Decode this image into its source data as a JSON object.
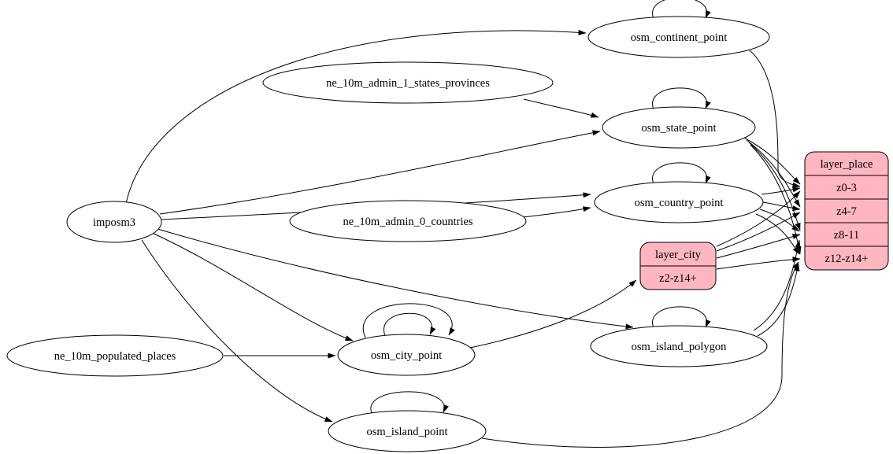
{
  "diagram": {
    "type": "etl-dependency-graph",
    "colors": {
      "background": "#ffffff",
      "table_node_fill": "#ffffff",
      "layer_record_fill": "#ffb6c1",
      "stroke": "#000000"
    },
    "nodes": {
      "imposm3": {
        "label": "imposm3"
      },
      "continent": {
        "label": "osm_continent_point"
      },
      "state": {
        "label": "osm_state_point"
      },
      "country": {
        "label": "osm_country_point"
      },
      "city": {
        "label": "osm_city_point"
      },
      "island_polygon": {
        "label": "osm_island_polygon"
      },
      "island_point": {
        "label": "osm_island_point"
      },
      "ne_states": {
        "label": "ne_10m_admin_1_states_provinces"
      },
      "ne_countries": {
        "label": "ne_10m_admin_0_countries"
      },
      "ne_places": {
        "label": "ne_10m_populated_places"
      }
    },
    "records": {
      "layer_place": {
        "title": "layer_place",
        "rows": [
          "z0-3",
          "z4-7",
          "z8-11",
          "z12-z14+"
        ]
      },
      "layer_city": {
        "title": "layer_city",
        "rows": [
          "z2-z14+"
        ]
      }
    },
    "edges": [
      {
        "from": "imposm3",
        "to": "osm_continent_point"
      },
      {
        "from": "imposm3",
        "to": "osm_state_point"
      },
      {
        "from": "imposm3",
        "to": "osm_country_point"
      },
      {
        "from": "imposm3",
        "to": "osm_city_point"
      },
      {
        "from": "imposm3",
        "to": "osm_island_polygon"
      },
      {
        "from": "imposm3",
        "to": "osm_island_point"
      },
      {
        "from": "ne_10m_admin_1_states_provinces",
        "to": "osm_state_point"
      },
      {
        "from": "ne_10m_admin_0_countries",
        "to": "osm_country_point"
      },
      {
        "from": "ne_10m_populated_places",
        "to": "osm_city_point"
      },
      {
        "from": "osm_continent_point",
        "to": "osm_continent_point"
      },
      {
        "from": "osm_state_point",
        "to": "osm_state_point"
      },
      {
        "from": "osm_country_point",
        "to": "osm_country_point"
      },
      {
        "from": "osm_city_point",
        "to": "osm_city_point"
      },
      {
        "from": "osm_city_point",
        "to": "osm_city_point"
      },
      {
        "from": "osm_island_polygon",
        "to": "osm_island_polygon"
      },
      {
        "from": "osm_island_point",
        "to": "osm_island_point"
      },
      {
        "from": "osm_continent_point",
        "to": "layer_place:z0-3"
      },
      {
        "from": "osm_state_point",
        "to": "layer_place:z0-3"
      },
      {
        "from": "osm_state_point",
        "to": "layer_place:z4-7"
      },
      {
        "from": "osm_state_point",
        "to": "layer_place:z8-11"
      },
      {
        "from": "osm_state_point",
        "to": "layer_place:z12-z14+"
      },
      {
        "from": "osm_country_point",
        "to": "layer_place:z0-3"
      },
      {
        "from": "osm_country_point",
        "to": "layer_place:z4-7"
      },
      {
        "from": "osm_country_point",
        "to": "layer_place:z8-11"
      },
      {
        "from": "osm_country_point",
        "to": "layer_place:z12-z14+"
      },
      {
        "from": "osm_city_point",
        "to": "layer_city:z2-z14+"
      },
      {
        "from": "layer_city",
        "to": "layer_place:z0-3"
      },
      {
        "from": "layer_city",
        "to": "layer_place:z4-7"
      },
      {
        "from": "layer_city",
        "to": "layer_place:z8-11"
      },
      {
        "from": "layer_city",
        "to": "layer_place:z12-z14+"
      },
      {
        "from": "osm_island_polygon",
        "to": "layer_place:z8-11"
      },
      {
        "from": "osm_island_polygon",
        "to": "layer_place:z12-z14+"
      },
      {
        "from": "osm_island_point",
        "to": "layer_place:z12-z14+"
      }
    ]
  }
}
